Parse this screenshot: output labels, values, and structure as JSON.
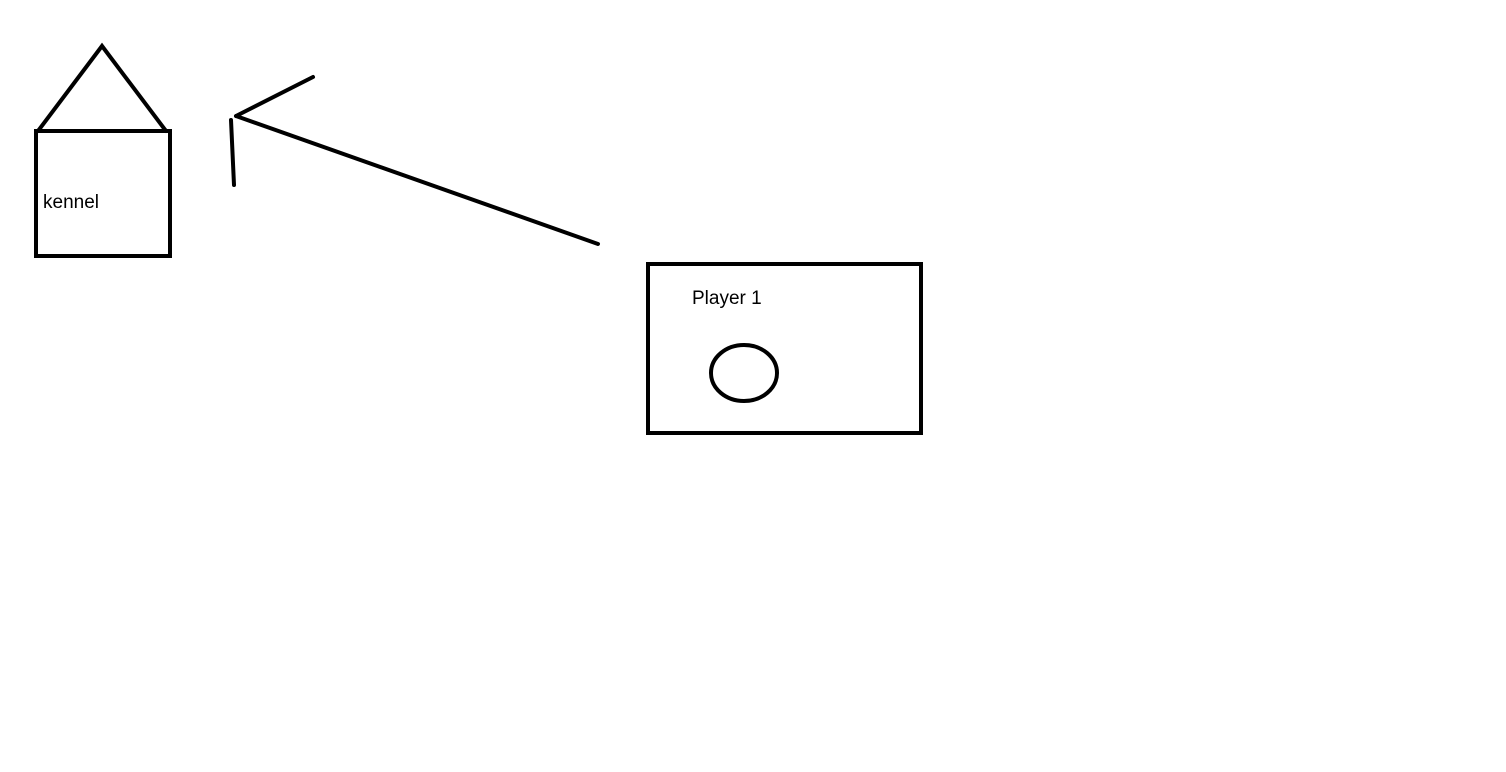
{
  "kennel": {
    "label": "kennel"
  },
  "player": {
    "label": "Player 1"
  },
  "colors": {
    "stroke": "#000000",
    "background": "#ffffff"
  },
  "icons": {
    "arrow": "arrow-pointing-to-kennel"
  }
}
